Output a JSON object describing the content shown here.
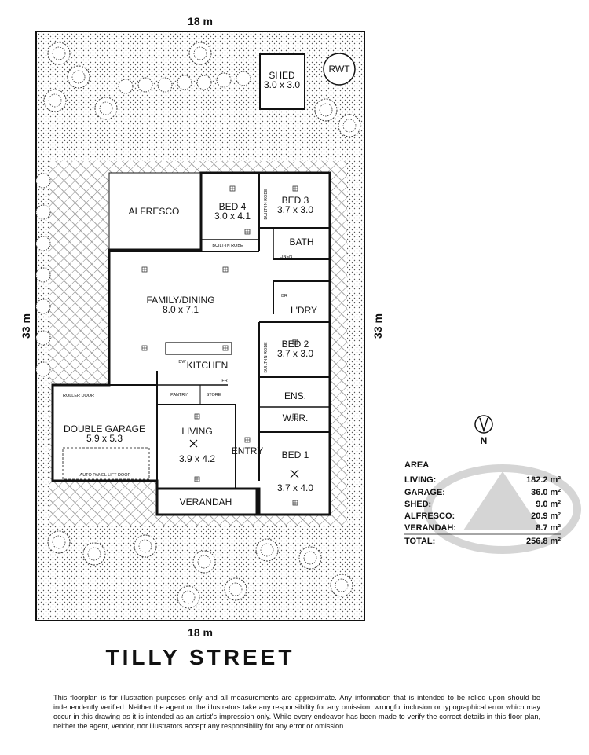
{
  "dimensions": {
    "top": "18 m",
    "bottom": "18 m",
    "left": "33 m",
    "right": "33 m"
  },
  "rooms": {
    "shed": {
      "name": "SHED",
      "size": "3.0 x 3.0"
    },
    "rwt": "RWT",
    "alfresco": "ALFRESCO",
    "bed4": {
      "name": "BED 4",
      "size": "3.0 x 4.1"
    },
    "bed3": {
      "name": "BED 3",
      "size": "3.7 x 3.0"
    },
    "bath": "BATH",
    "linen": "LINEN",
    "built_in_robe": "BUILT-IN ROBE",
    "built_in_robe_short": "BUILT-IN ROBE",
    "family": {
      "name": "FAMILY/DINING",
      "size": "8.0 x 7.1"
    },
    "ldry": "L'DRY",
    "br": "BR",
    "bed2": {
      "name": "BED 2",
      "size": "3.7 x 3.0"
    },
    "kitchen": "KITCHEN",
    "dw": "DW",
    "fr": "FR",
    "pantry": "PANTRY",
    "store": "STORE",
    "ens": "ENS.",
    "wir": "W.I.R.",
    "roller_door": "ROLLER DOOR",
    "garage": {
      "name": "DOUBLE GARAGE",
      "size": "5.9 x 5.3"
    },
    "auto_door": "AUTO PANEL LIFT DOOR",
    "living": {
      "name": "LIVING",
      "size": "3.9 x 4.2"
    },
    "entry": "ENTRY",
    "bed1": {
      "name": "BED 1",
      "size": "3.7 x 4.0"
    },
    "verandah": "VERANDAH"
  },
  "compass": "N",
  "area": {
    "title": "AREA",
    "rows": [
      {
        "label": "LIVING:",
        "value": "182.2 m²"
      },
      {
        "label": "GARAGE:",
        "value": "36.0 m²"
      },
      {
        "label": "SHED:",
        "value": "9.0 m²"
      },
      {
        "label": "ALFRESCO:",
        "value": "20.9 m²"
      },
      {
        "label": "VERANDAH:",
        "value": "8.7 m²"
      }
    ],
    "total": {
      "label": "TOTAL:",
      "value": "256.8 m²"
    }
  },
  "street": "TILLY STREET",
  "disclaimer": "This floorplan is for illustration purposes only and all measurements are approximate. Any information that is intended to be relied upon should be independently verified. Neither the agent or the illustrators take any responsibility for any omission, wrongful inclusion or typographical error which may occur in this drawing as it is intended as an artist's impression only. While every endeavor has been made to verify the correct details in this floor plan, neither the agent, vendor, nor illustrators accept any responsibility for any error or omission."
}
